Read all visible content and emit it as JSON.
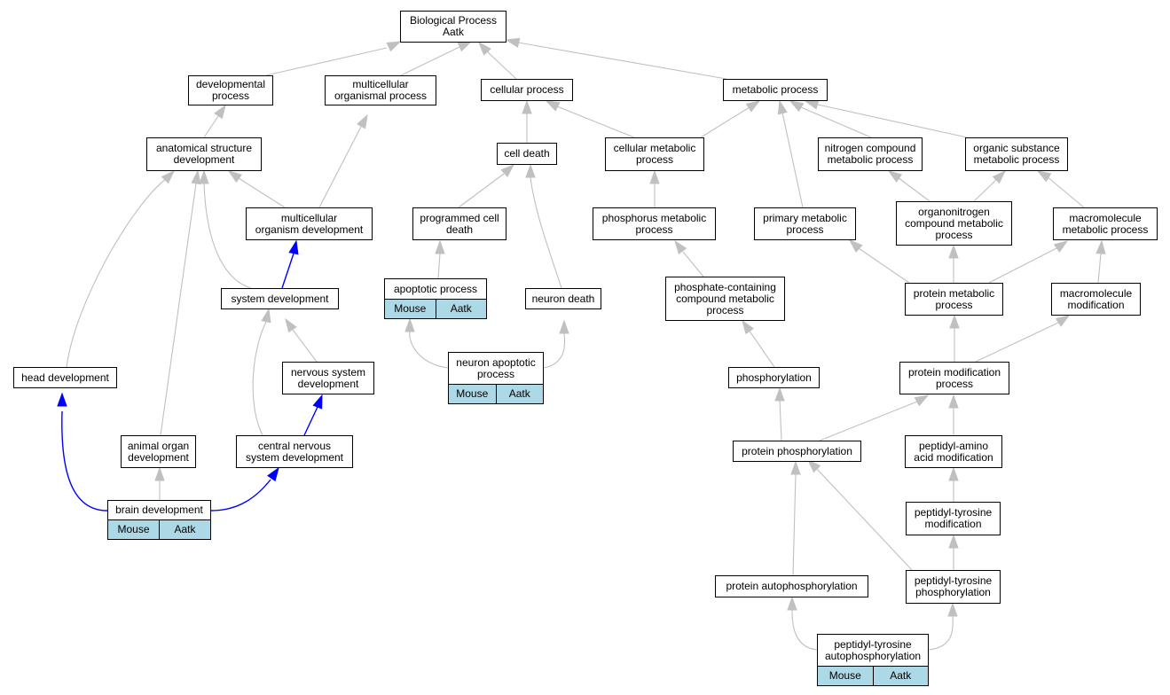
{
  "nodes": {
    "bp": {
      "label": "Biological Process\nAatk"
    },
    "dev_proc": {
      "label": "developmental\nprocess"
    },
    "multi_org_proc": {
      "label": "multicellular\norganismal process"
    },
    "cell_proc": {
      "label": "cellular process"
    },
    "met_proc": {
      "label": "metabolic process"
    },
    "anat_dev": {
      "label": "anatomical structure\ndevelopment"
    },
    "cell_death": {
      "label": "cell death"
    },
    "cell_met": {
      "label": "cellular metabolic\nprocess"
    },
    "nitro_met": {
      "label": "nitrogen compound\nmetabolic process"
    },
    "org_sub_met": {
      "label": "organic substance\nmetabolic process"
    },
    "multi_org_dev": {
      "label": "multicellular\norganism development"
    },
    "prog_death": {
      "label": "programmed cell\ndeath"
    },
    "phos_met": {
      "label": "phosphorus metabolic\nprocess"
    },
    "prim_met": {
      "label": "primary metabolic\nprocess"
    },
    "organonitro": {
      "label": "organonitrogen\ncompound metabolic\nprocess"
    },
    "macro_met": {
      "label": "macromolecule\nmetabolic process"
    },
    "sys_dev": {
      "label": "system development"
    },
    "apoptotic": {
      "label": "apoptotic process",
      "annot": [
        "Mouse",
        "Aatk"
      ]
    },
    "neuron_death": {
      "label": "neuron death"
    },
    "phosphate_met": {
      "label": "phosphate-containing\ncompound metabolic\nprocess"
    },
    "prot_met": {
      "label": "protein metabolic\nprocess"
    },
    "macro_mod": {
      "label": "macromolecule\nmodification"
    },
    "head_dev": {
      "label": "head development"
    },
    "nerv_sys_dev": {
      "label": "nervous system\ndevelopment"
    },
    "neuron_apop": {
      "label": "neuron apoptotic\nprocess",
      "annot": [
        "Mouse",
        "Aatk"
      ]
    },
    "phosphorylation": {
      "label": "phosphorylation"
    },
    "prot_mod": {
      "label": "protein modification\nprocess"
    },
    "animal_organ": {
      "label": "animal organ\ndevelopment"
    },
    "cns_dev": {
      "label": "central nervous\nsystem development"
    },
    "prot_phos": {
      "label": "protein phosphorylation"
    },
    "peptidyl_aa": {
      "label": "peptidyl-amino\nacid modification"
    },
    "brain_dev": {
      "label": "brain development",
      "annot": [
        "Mouse",
        "Aatk"
      ]
    },
    "pt_mod": {
      "label": "peptidyl-tyrosine\nmodification"
    },
    "prot_autophos": {
      "label": "protein autophosphorylation"
    },
    "pt_phos": {
      "label": "peptidyl-tyrosine\nphosphorylation"
    },
    "pt_autophos": {
      "label": "peptidyl-tyrosine\nautophosphorylation",
      "annot": [
        "Mouse",
        "Aatk"
      ]
    }
  },
  "colors": {
    "edge": "#c0c0c0",
    "highlight_edge": "#0000ff",
    "annotation_fill": "#add8e6"
  }
}
